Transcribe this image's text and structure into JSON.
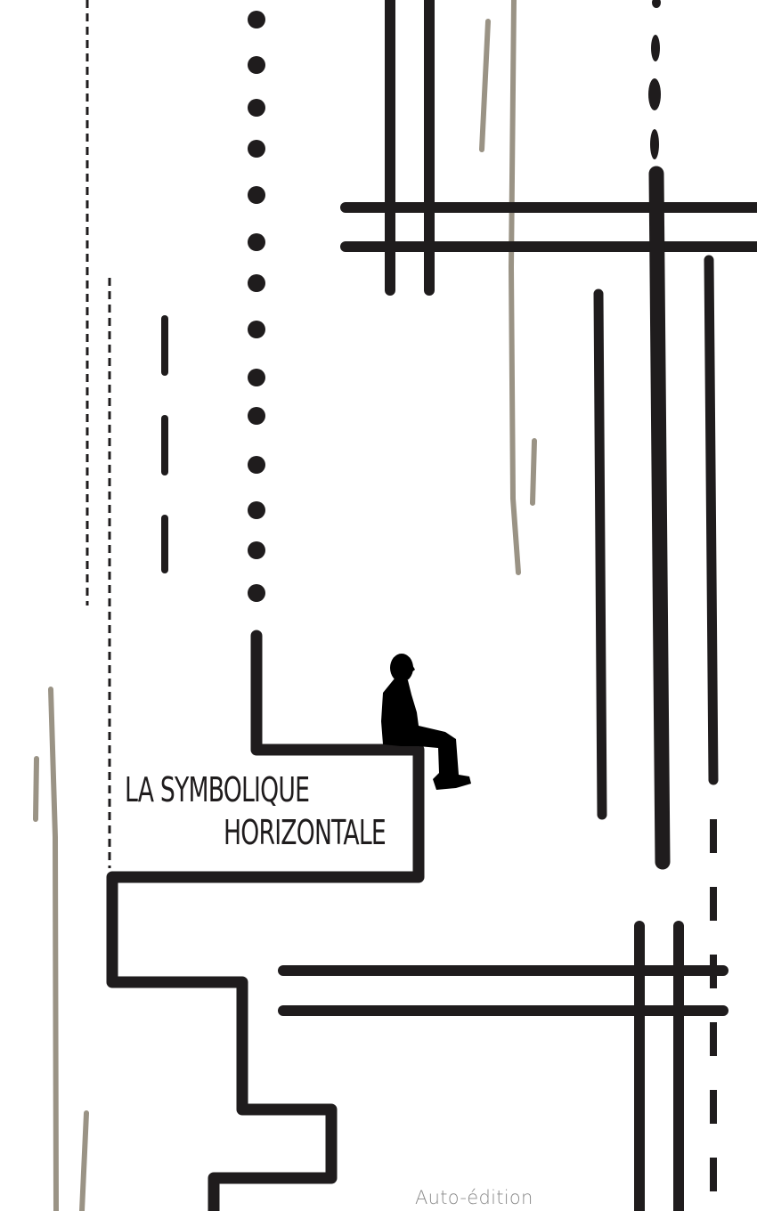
{
  "cover": {
    "title_line1": "LA SYMBOLIQUE",
    "title_line2": "HORIZONTALE",
    "publisher": "Auto-édition",
    "illustration": "man-silhouette-sitting-icon"
  },
  "colors": {
    "background": "#ffffff",
    "ink": "#1f1c1d",
    "gray_line": "#9a9385",
    "publisher_text": "#8a8a8a"
  }
}
